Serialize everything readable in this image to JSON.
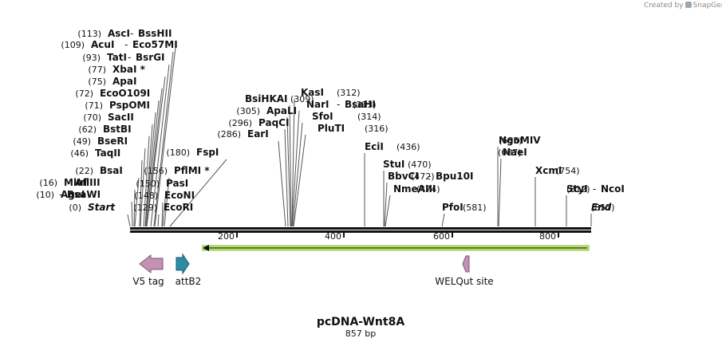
{
  "credit": {
    "text": "Created by",
    "brand": "SnapGene"
  },
  "map": {
    "name": "pcDNA-Wnt8A",
    "length_label": "857 bp",
    "length": 857,
    "ticks": [
      "200",
      "400",
      "600",
      "800"
    ],
    "sites": [
      {
        "name": "Start",
        "pos": "(0)",
        "italic": true
      },
      {
        "name": "AgeI",
        "name2": "BsaWI",
        "pos": "(10)"
      },
      {
        "name": "MluI",
        "name2": "AflIII",
        "pos": "(16)"
      },
      {
        "name": "BsaI",
        "pos": "(22)"
      },
      {
        "name": "TaqII",
        "pos": "(46)"
      },
      {
        "name": "BseRI",
        "pos": "(49)"
      },
      {
        "name": "BstBI",
        "pos": "(62)"
      },
      {
        "name": "SacII",
        "pos": "(70)"
      },
      {
        "name": "PspOMI",
        "pos": "(71)"
      },
      {
        "name": "EcoO109I",
        "pos": "(72)"
      },
      {
        "name": "ApaI",
        "pos": "(75)"
      },
      {
        "name": "XbaI *",
        "pos": "(77)"
      },
      {
        "name": "TatI",
        "name2": "BsrGI",
        "pos": "(93)"
      },
      {
        "name": "AcuI",
        "name2": "Eco57MI",
        "pos": "(109)"
      },
      {
        "name": "AscI",
        "name2": "BssHII",
        "pos": "(113)"
      },
      {
        "name": "EcoRI",
        "pos": "(129)"
      },
      {
        "name": "EcoNI",
        "pos": "(148)"
      },
      {
        "name": "PasI",
        "pos": "(150)"
      },
      {
        "name": "PflMI *",
        "pos": "(156)"
      },
      {
        "name": "FspI",
        "pos": "(180)"
      },
      {
        "name": "EarI",
        "pos": "(286)"
      },
      {
        "name": "PaqCI",
        "pos": "(296)"
      },
      {
        "name": "ApaLI",
        "pos": "(305)"
      },
      {
        "name": "BsiHKAI",
        "pos": "(309)"
      },
      {
        "name": "KasI",
        "pos": "(312)"
      },
      {
        "name": "NarI",
        "name2": "BsaHI",
        "pos": "(313)"
      },
      {
        "name": "SfoI",
        "pos": "(314)"
      },
      {
        "name": "PluTI",
        "pos": "(316)"
      },
      {
        "name": "EciI",
        "pos": "(436)"
      },
      {
        "name": "StuI",
        "pos": "(470)"
      },
      {
        "name": "BbvCI",
        "name2": "Bpu10I",
        "pos": "(472)"
      },
      {
        "name": "NmeAIII",
        "pos": "(474)"
      },
      {
        "name": "PfoI",
        "pos": "(581)"
      },
      {
        "name": "NaeI",
        "pos": "(687)"
      },
      {
        "name": "NgoMIV",
        "pos": "(685)"
      },
      {
        "name": "XcmI",
        "pos": "(754)"
      },
      {
        "name": "StyI",
        "name2": "NcoI",
        "pos": "(812)"
      },
      {
        "name": "End",
        "pos": "(857)",
        "italic": true
      }
    ],
    "features": [
      {
        "name": "V5 tag",
        "color": "#c490b3",
        "direction": "left"
      },
      {
        "name": "attB2",
        "color": "#2f8aa3",
        "direction": "right"
      },
      {
        "name": "WELQut site",
        "color": "#c490b3",
        "direction": "left"
      }
    ],
    "orf": {
      "color": "#b8e06a",
      "direction": "left"
    }
  }
}
